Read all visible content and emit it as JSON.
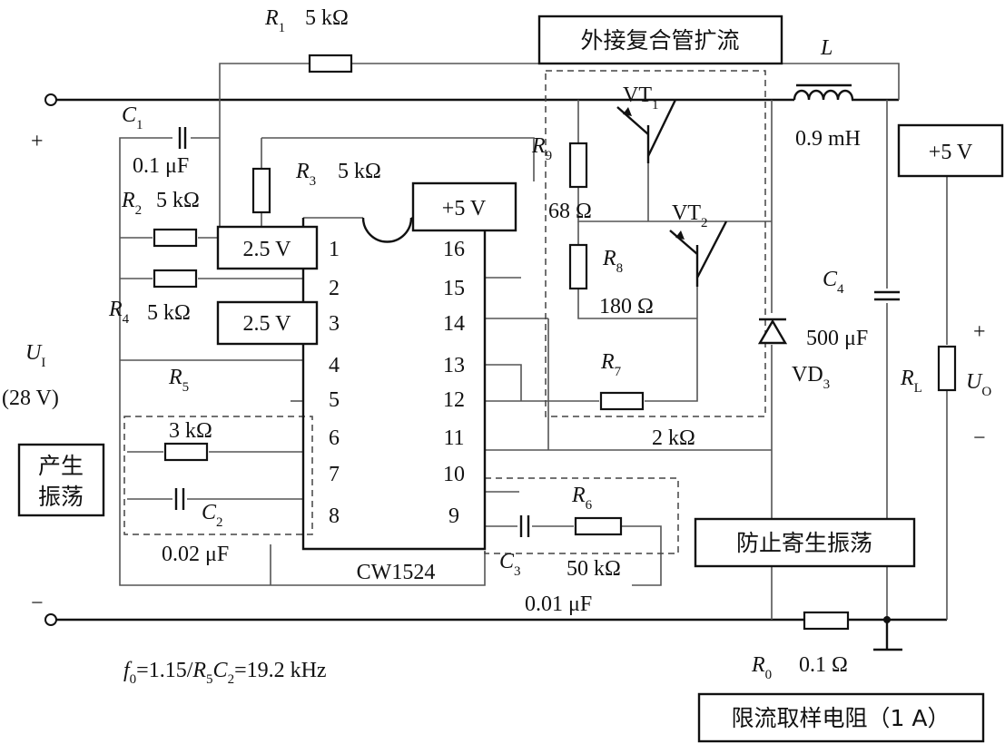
{
  "components": {
    "R1": {
      "sym": "R",
      "sub": "1",
      "value": "5 kΩ"
    },
    "R2": {
      "sym": "R",
      "sub": "2",
      "value": "5 kΩ"
    },
    "R3": {
      "sym": "R",
      "sub": "3",
      "value": "5 kΩ"
    },
    "R4": {
      "sym": "R",
      "sub": "4",
      "value": "5 kΩ"
    },
    "R5": {
      "sym": "R",
      "sub": "5",
      "value": "3 kΩ"
    },
    "R6": {
      "sym": "R",
      "sub": "6",
      "value": "50 kΩ"
    },
    "R7": {
      "sym": "R",
      "sub": "7",
      "value": "2 kΩ"
    },
    "R8": {
      "sym": "R",
      "sub": "8",
      "value": "180 Ω"
    },
    "R9": {
      "sym": "R",
      "sub": "9",
      "value": "68 Ω"
    },
    "R0": {
      "sym": "R",
      "sub": "0",
      "value": "0.1 Ω"
    },
    "RL": {
      "sym": "R",
      "sub": "L"
    },
    "C1": {
      "sym": "C",
      "sub": "1",
      "value": "0.1 μF"
    },
    "C2": {
      "sym": "C",
      "sub": "2",
      "value": "0.02 μF"
    },
    "C3": {
      "sym": "C",
      "sub": "3",
      "value": "0.01 μF"
    },
    "C4": {
      "sym": "C",
      "sub": "4",
      "value": "500 μF"
    },
    "L": {
      "sym": "L",
      "value": "0.9 mH"
    },
    "VT1": {
      "sym": "VT",
      "sub": "1"
    },
    "VT2": {
      "sym": "VT",
      "sub": "2"
    },
    "VD3": {
      "sym": "VD",
      "sub": "3"
    }
  },
  "ic": {
    "name": "CW1524",
    "left_pins": [
      "1",
      "2",
      "3",
      "4",
      "5",
      "6",
      "7",
      "8"
    ],
    "right_pins": [
      "16",
      "15",
      "14",
      "13",
      "12",
      "11",
      "10",
      "9"
    ]
  },
  "boxes": {
    "ref1": "2.5 V",
    "ref2": "2.5 V",
    "vref_ic": "+5 V",
    "vref_out": "+5 V",
    "booster": "外接复合管扩流",
    "anti_osc": "防止寄生振荡",
    "oscillator": "产生\n振荡",
    "current_sense": "限流取样电阻（1 A）"
  },
  "terminals": {
    "plus": "+",
    "minus": "−",
    "input_sym": "U",
    "input_sub": "I",
    "input_value": "(28 V)",
    "output_sym": "U",
    "output_sub": "O",
    "output_plus": "+",
    "output_minus": "−"
  },
  "formula": {
    "f_sym": "f",
    "f_sub": "0",
    "eq1": "=1.15/",
    "r_sym": "R",
    "r_sub": "5",
    "c_sym": "C",
    "c_sub": "2",
    "eq2": "=19.2 kHz"
  }
}
